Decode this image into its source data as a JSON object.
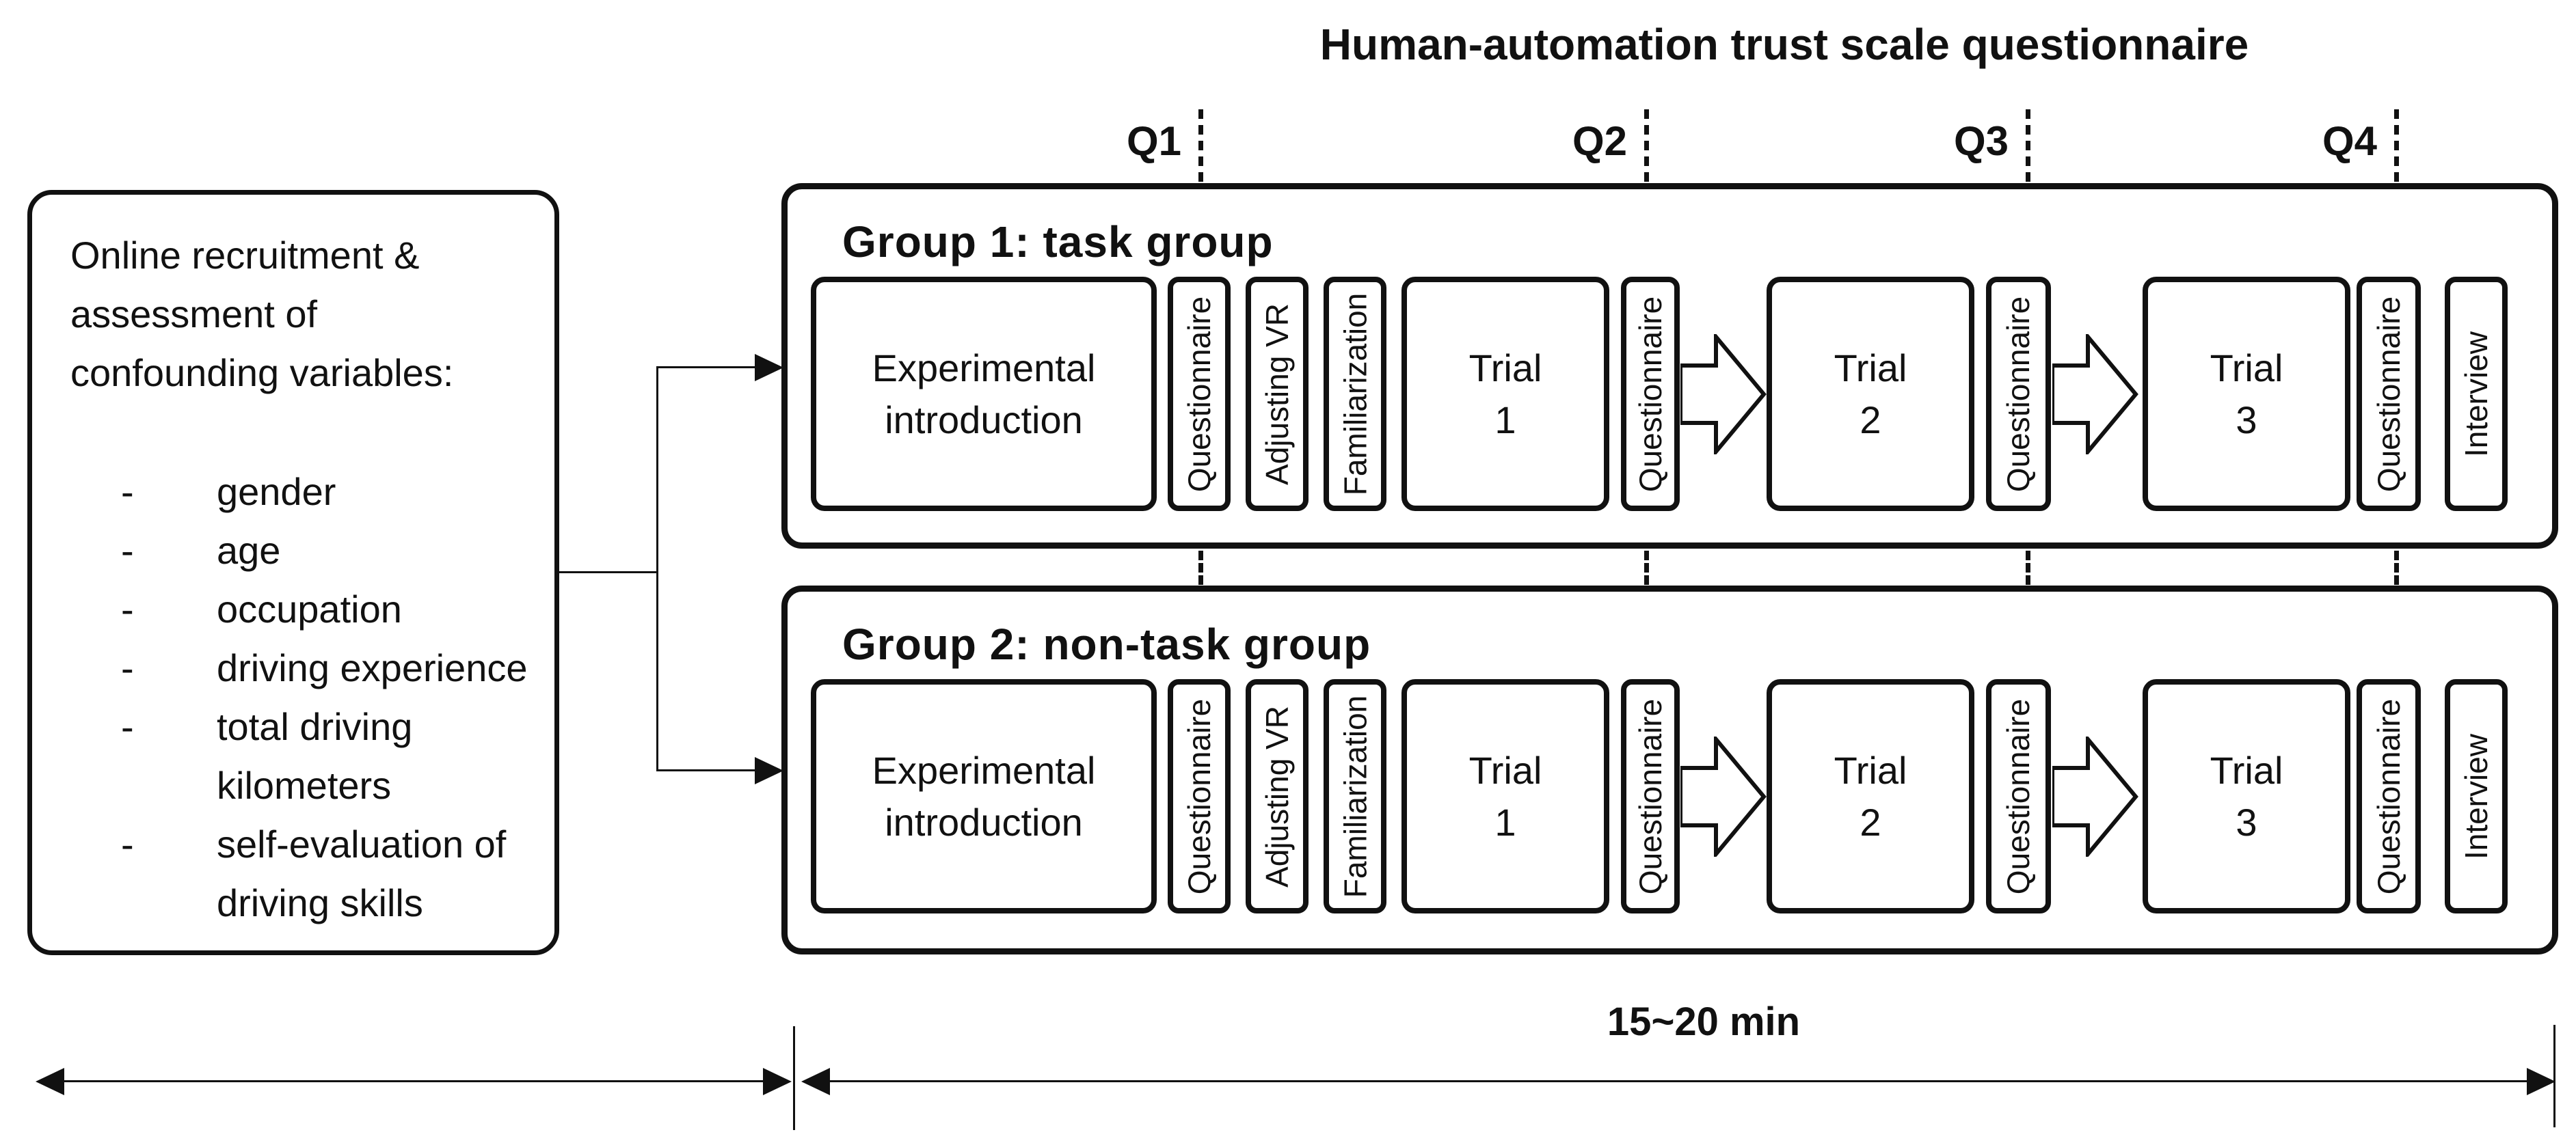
{
  "title": "Human-automation trust scale questionnaire",
  "q_markers": [
    "Q1",
    "Q2",
    "Q3",
    "Q4"
  ],
  "left_panel": {
    "intro": [
      "Online recruitment &",
      "assessment of",
      "confounding variables:"
    ],
    "bullet_marker": "-",
    "bullets": [
      "gender",
      "age",
      "occupation",
      "driving experience",
      "total driving kilometers",
      "self-evaluation of driving skills"
    ]
  },
  "groups": [
    {
      "header": "Group 1: task group"
    },
    {
      "header": "Group 2: non-task group"
    }
  ],
  "steps": {
    "intro": "Experimental\nintroduction",
    "questionnaire": "Questionnaire",
    "adjusting_vr": "Adjusting VR",
    "familiarization": "Familiarization",
    "trials": [
      "Trial\n1",
      "Trial\n2",
      "Trial\n3"
    ],
    "interview": "Interview"
  },
  "footer": {
    "duration": "15~20 min"
  },
  "colors": {
    "ink": "#111111",
    "background": "#ffffff"
  }
}
